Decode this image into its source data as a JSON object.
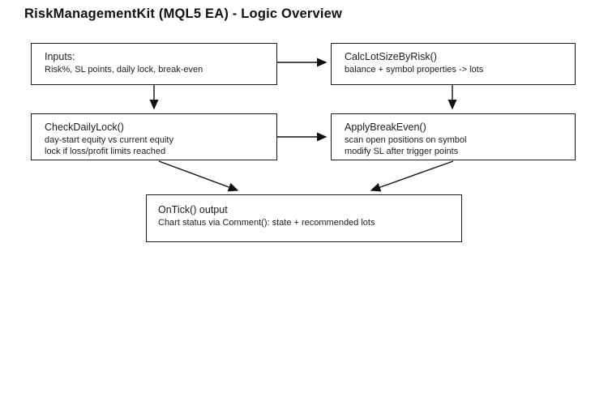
{
  "title": "RiskManagementKit (MQL5 EA) - Logic Overview",
  "diagram": {
    "nodes": {
      "inputs": {
        "heading": "Inputs:",
        "line1": "Risk%, SL points, daily lock, break-even"
      },
      "calc_lot_size": {
        "heading": "CalcLotSizeByRisk()",
        "line1": "balance + symbol properties -> lots"
      },
      "check_daily_lock": {
        "heading": "CheckDailyLock()",
        "line1": "day-start equity vs current equity",
        "line2": "lock if loss/profit limits reached"
      },
      "apply_break_even": {
        "heading": "ApplyBreakEven()",
        "line1": "scan open positions on symbol",
        "line2": "modify SL after trigger points"
      },
      "ontick_output": {
        "heading": "OnTick() output",
        "line1": "Chart status via Comment(): state + recommended lots"
      }
    },
    "colors": {
      "border": "#1c1c1c",
      "text": "#1c1c1c",
      "background": "#ffffff"
    }
  }
}
